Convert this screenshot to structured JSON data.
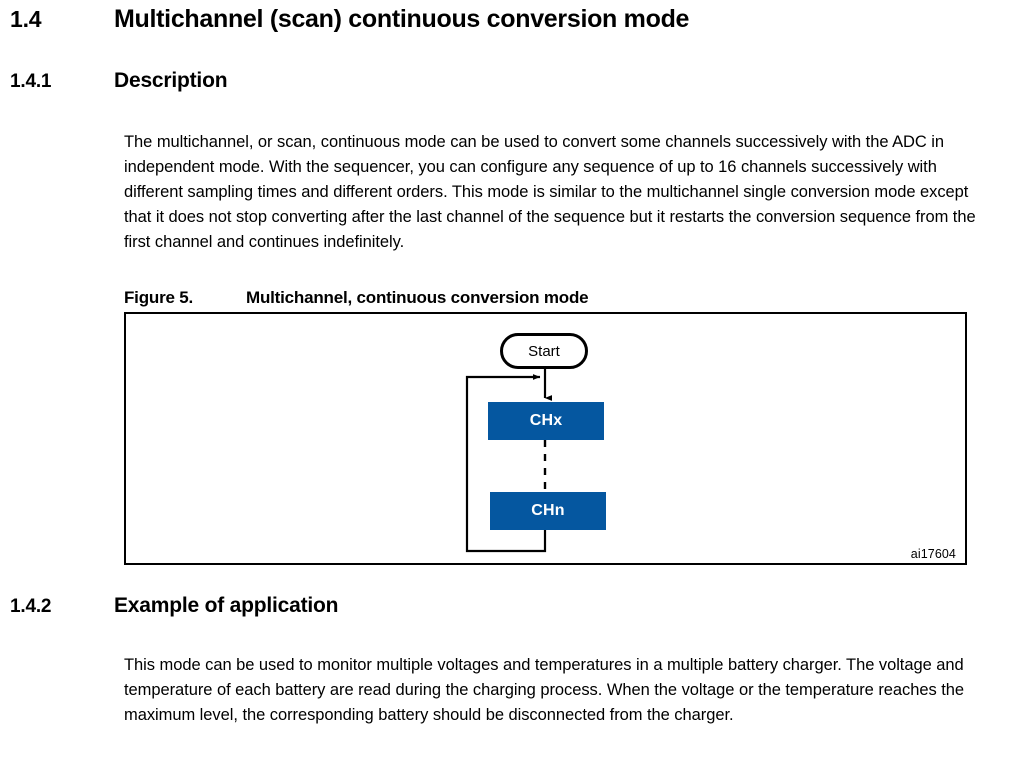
{
  "document": {
    "section": {
      "number": "1.4",
      "title": "Multichannel (scan) continuous conversion mode"
    },
    "subsections": [
      {
        "number": "1.4.1",
        "title": "Description",
        "body": "The multichannel, or scan, continuous mode can be used to convert some channels successively with the ADC in independent mode. With the sequencer, you can configure any sequence of up to 16 channels successively with different sampling times and different orders. This mode is similar to the multichannel single conversion mode except that it does not stop converting after the last channel of the sequence but it restarts the conversion sequence from the first channel and continues indefinitely."
      },
      {
        "number": "1.4.2",
        "title": "Example of application",
        "body": "This mode can be used to monitor multiple voltages and temperatures in a multiple battery charger. The voltage and temperature of each battery are read during the charging process. When the voltage or the temperature reaches the maximum level, the corresponding battery should be disconnected from the charger."
      }
    ],
    "figure": {
      "label": "Figure 5.",
      "title": "Multichannel, continuous conversion mode",
      "id": "ai17604",
      "accent_color": "#0557a0",
      "nodes": {
        "start": "Start",
        "first_channel": "CHx",
        "last_channel": "CHn"
      }
    }
  }
}
